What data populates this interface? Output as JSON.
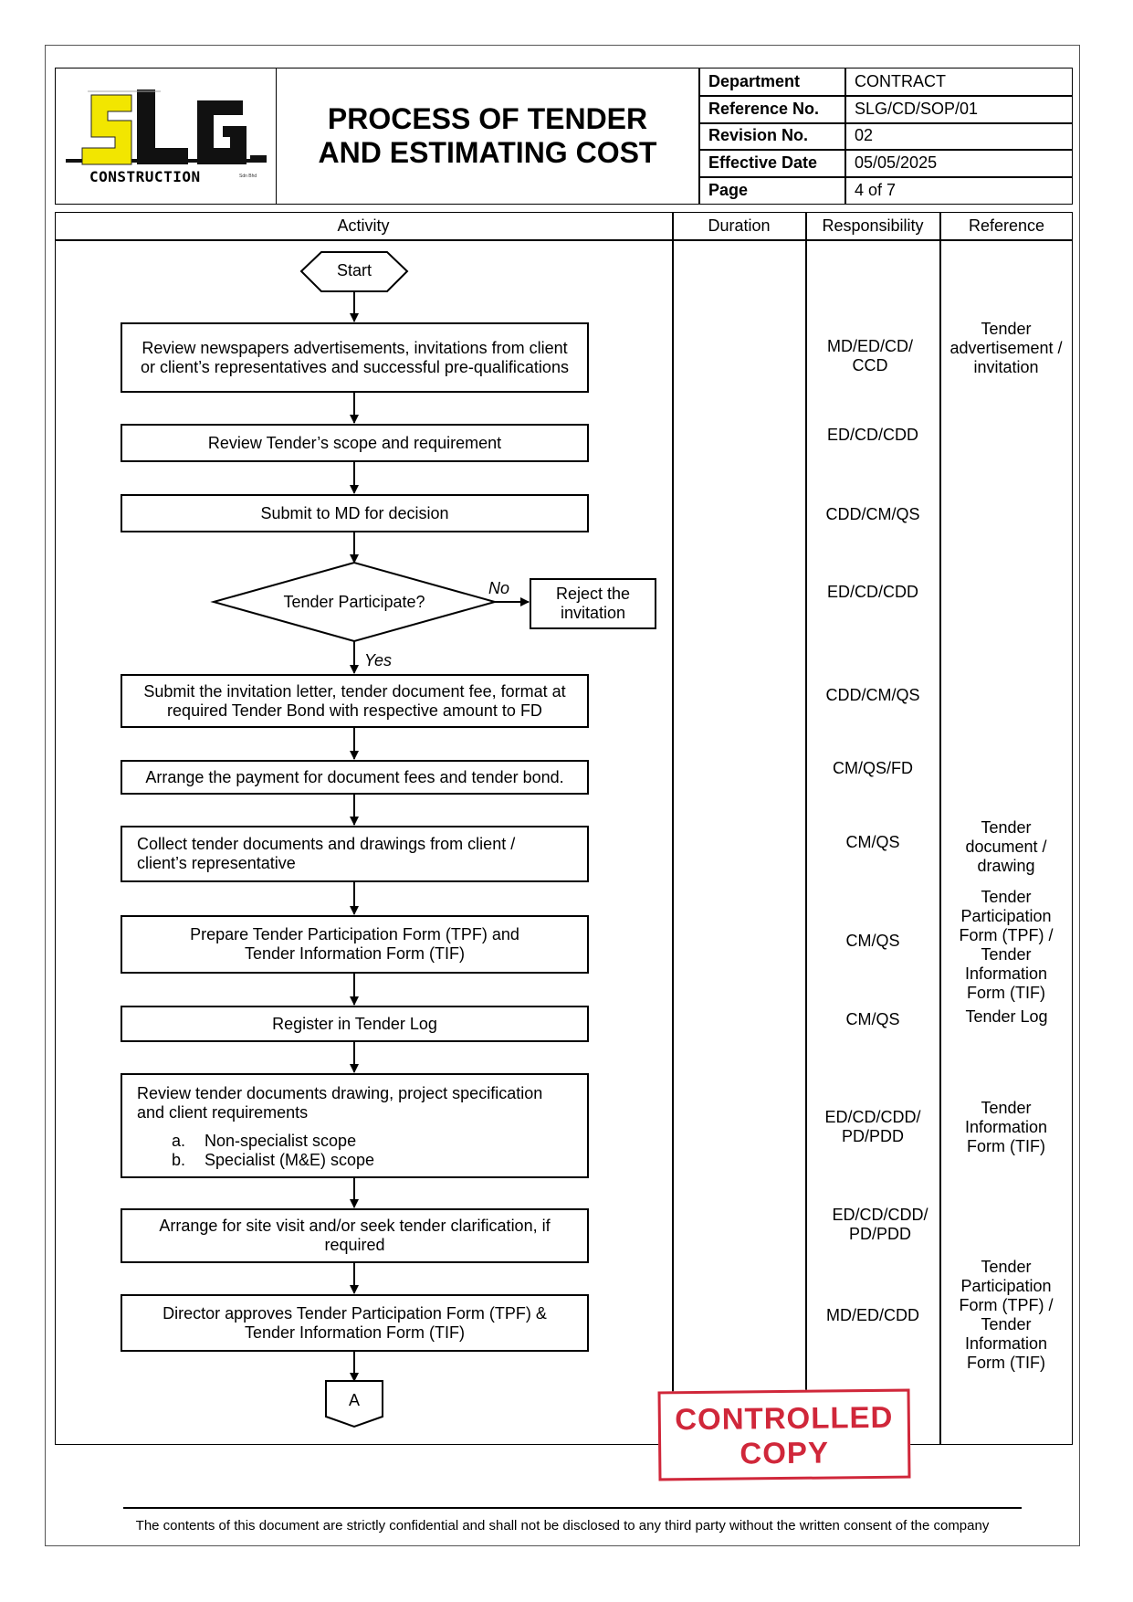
{
  "logo": {
    "letters": "SLG",
    "word": "CONSTRUCTION",
    "suffix": "Sdn Bhd"
  },
  "title": {
    "line1": "PROCESS OF TENDER",
    "line2": "AND ESTIMATING COST"
  },
  "doc_info": {
    "department_label": "Department",
    "department_value": "CONTRACT",
    "reference_label": "Reference No.",
    "reference_value": "SLG/CD/SOP/01",
    "revision_label": "Revision No.",
    "revision_value": "02",
    "effective_label": "Effective Date",
    "effective_value": "05/05/2025",
    "page_label": "Page",
    "page_value": "4 of 7"
  },
  "columns": {
    "activity": "Activity",
    "duration": "Duration",
    "responsibility": "Responsibility",
    "reference": "Reference"
  },
  "flow": {
    "start": "Start",
    "step1": "Review newspapers advertisements, invitations from client or client’s representatives and successful pre-qualifications",
    "step2": "Review Tender’s scope and requirement",
    "step3": "Submit to MD for decision",
    "decision": "Tender Participate?",
    "no_label": "No",
    "yes_label": "Yes",
    "reject": "Reject the invitation",
    "step4": "Submit the invitation letter, tender document fee, format at required Tender Bond with respective amount to FD",
    "step5": "Arrange the payment for document fees and tender bond.",
    "step6": "Collect tender documents and drawings from client / client’s representative",
    "step7": "Prepare Tender Participation Form (TPF) and Tender Information Form (TIF)",
    "step8": "Register in Tender Log",
    "step9_intro": "Review tender documents drawing, project specification and client requirements",
    "step9_a_marker": "a.",
    "step9_a": "Non-specialist scope",
    "step9_b_marker": "b.",
    "step9_b": "Specialist (M&E) scope",
    "step10": "Arrange for site visit and/or seek tender clarification, if required",
    "step11": "Director approves Tender Participation Form (TPF) & Tender Information Form (TIF)",
    "connector": "A"
  },
  "responsibility": {
    "r1": "MD/ED/CD/ CCD",
    "r2": "ED/CD/CDD",
    "r3": "CDD/CM/QS",
    "r4": "ED/CD/CDD",
    "r5": "CDD/CM/QS",
    "r6": "CM/QS/FD",
    "r7": "CM/QS",
    "r8": "CM/QS",
    "r9": "CM/QS",
    "r10": "ED/CD/CDD/ PD/PDD",
    "r11": "ED/CD/CDD/ PD/PDD",
    "r12": "MD/ED/CDD"
  },
  "reference": {
    "ref1": "Tender advertisement / invitation",
    "ref2": "Tender document / drawing",
    "ref3": "Tender Participation Form (TPF) / Tender Information Form (TIF)",
    "ref4": "Tender Log",
    "ref5": "Tender Information Form (TIF)",
    "ref6": "Tender Participation Form (TPF) / Tender Information Form (TIF)"
  },
  "stamp": {
    "line1": "CONTROLLED",
    "line2": "COPY",
    "color": "#d0273a"
  },
  "footer": "The contents of this document are strictly confidential and shall not be disclosed to any third party without the written consent of the company"
}
